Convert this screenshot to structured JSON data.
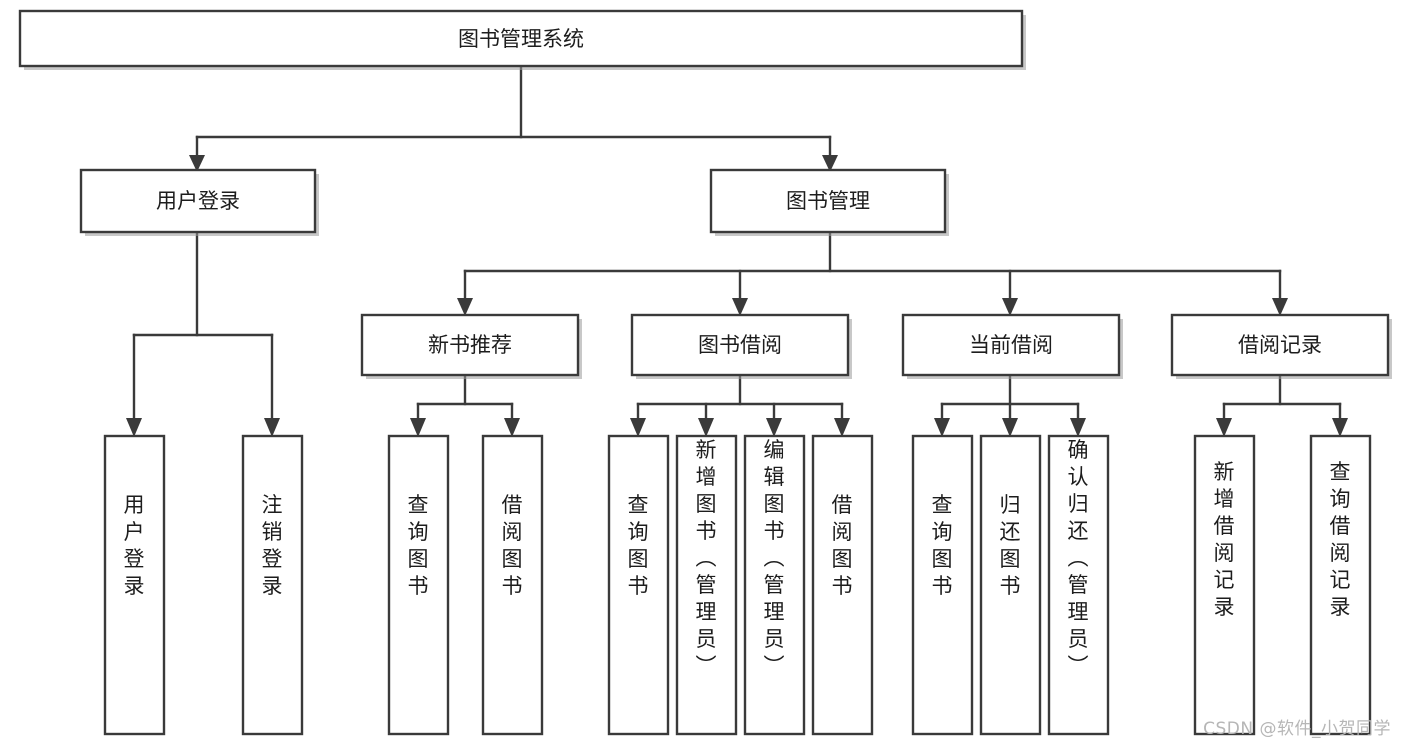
{
  "diagram": {
    "type": "tree",
    "title": "图书管理系统",
    "watermark": "CSDN @软件_小贺同学",
    "colors": {
      "box_fill": "#ffffff",
      "box_stroke": "#3a3a3a",
      "text": "#1d1d1d",
      "watermark": "#b6b6b6",
      "background": "#ffffff"
    },
    "root": {
      "label": "图书管理系统"
    },
    "level2": [
      {
        "label": "用户登录"
      },
      {
        "label": "图书管理"
      }
    ],
    "level3": [
      {
        "label": "新书推荐"
      },
      {
        "label": "图书借阅"
      },
      {
        "label": "当前借阅"
      },
      {
        "label": "借阅记录"
      }
    ],
    "leaves": {
      "user_login": [
        {
          "label": "用户登录"
        },
        {
          "label": "注销登录"
        }
      ],
      "new_book_recommend": [
        {
          "label": "查询图书"
        },
        {
          "label": "借阅图书"
        }
      ],
      "book_borrow": [
        {
          "label": "查询图书"
        },
        {
          "label": "新增图书（管理员）"
        },
        {
          "label": "编辑图书（管理员）"
        },
        {
          "label": "借阅图书"
        }
      ],
      "current_borrow": [
        {
          "label": "查询图书"
        },
        {
          "label": "归还图书"
        },
        {
          "label": "确认归还（管理员）"
        }
      ],
      "borrow_record": [
        {
          "label": "新增借阅记录"
        },
        {
          "label": "查询借阅记录"
        }
      ]
    }
  }
}
